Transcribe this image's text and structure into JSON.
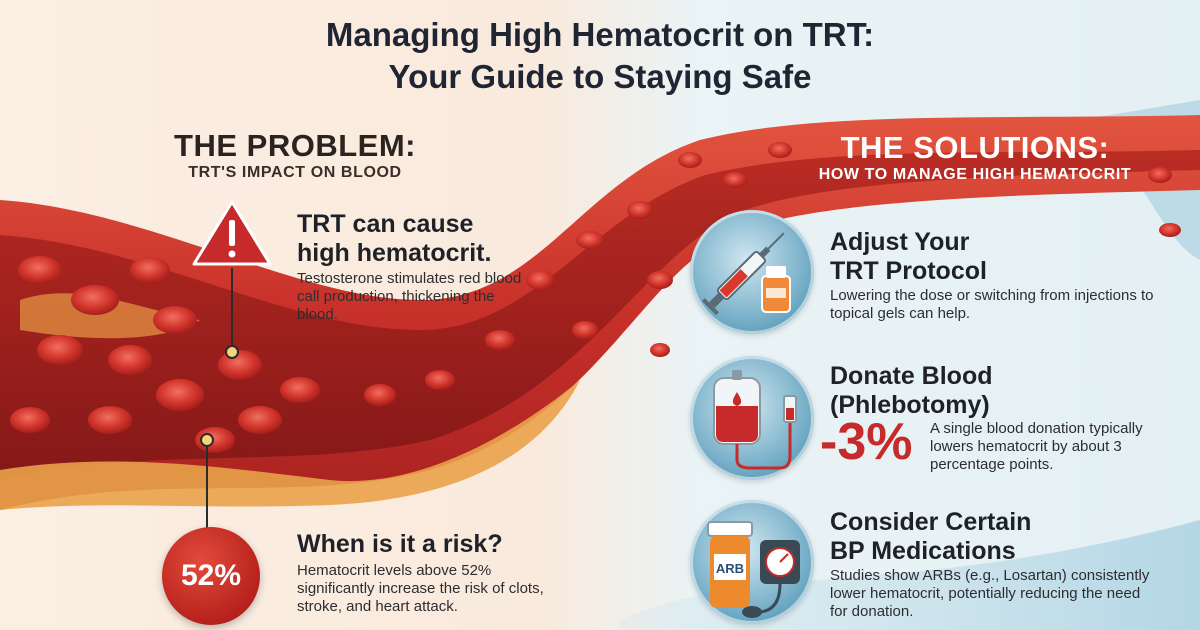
{
  "title": {
    "line1": "Managing High Hematocrit on TRT:",
    "line2": "Your Guide to Staying Safe"
  },
  "problem": {
    "heading": "THE PROBLEM:",
    "subheading": "TRT'S IMPACT ON BLOOD",
    "cause_title_line1": "TRT can cause",
    "cause_title_line2": "high hematocrit.",
    "cause_body": "Testosterone stimulates red blood call production, thickening the blood.",
    "risk_badge": "52%",
    "risk_title": "When is it a risk?",
    "risk_body": "Hematocrit levels above 52% significantly increase the risk of clots, stroke, and heart attack."
  },
  "solutions": {
    "heading": "THE SOLUTIONS:",
    "subheading": "HOW TO MANAGE HIGH HEMATOCRIT",
    "items": [
      {
        "title_line1": "Adjust Your",
        "title_line2": "TRT Protocol",
        "body": "Lowering the dose or switching from injections to topical gels can help.",
        "icon": "syringe-icon"
      },
      {
        "title_line1": "Donate Blood",
        "title_line2": "(Phlebotomy)",
        "big_value": "-3%",
        "body": "A single blood donation typically lowers hematocrit by about 3 percentage points.",
        "icon": "blood-bag-icon"
      },
      {
        "title_line1": "Consider Certain",
        "title_line2": "BP Medications",
        "body": "Studies show ARBs (e.g., Losartan) consistently lower hematocrit, potentially reducing the need for donation.",
        "icon": "pill-bottle-icon",
        "bottle_label": "ARB"
      }
    ]
  },
  "colors": {
    "vessel_red": "#c8302a",
    "accent_red": "#c62a2a",
    "dark_text": "#1f2533",
    "icon_blue": "#3b85a8"
  }
}
